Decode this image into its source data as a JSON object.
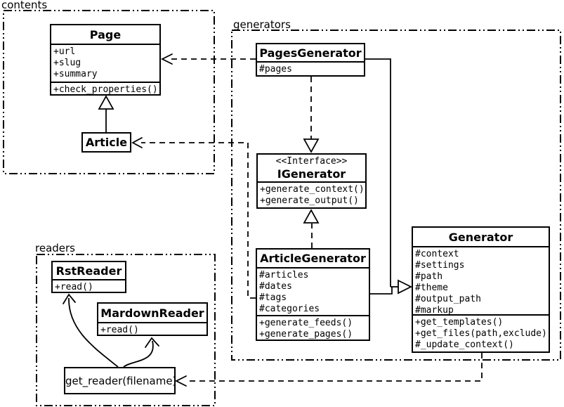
{
  "diagram": {
    "kind": "uml-class-diagram",
    "colors": {
      "line": "#000000",
      "background": "#ffffff",
      "box_fill": "#ffffff"
    }
  },
  "packages": {
    "contents": {
      "label": "contents"
    },
    "generators": {
      "label": "generators"
    },
    "readers": {
      "label": "readers"
    }
  },
  "classes": {
    "page": {
      "title": "Page",
      "attributes": [
        "+url",
        "+slug",
        "+summary"
      ],
      "methods": [
        "+check_properties()"
      ]
    },
    "article": {
      "title": "Article"
    },
    "pages_generator": {
      "title": "PagesGenerator",
      "attributes": [
        "#pages"
      ]
    },
    "igenerator": {
      "stereotype": "<<Interface>>",
      "title": "IGenerator",
      "methods": [
        "+generate_context()",
        "+generate_output()"
      ]
    },
    "article_generator": {
      "title": "ArticleGenerator",
      "attributes": [
        "#articles",
        "#dates",
        "#tags",
        "#categories"
      ],
      "methods": [
        "+generate_feeds()",
        "+generate_pages()"
      ]
    },
    "generator": {
      "title": "Generator",
      "attributes": [
        "#context",
        "#settings",
        "#path",
        "#theme",
        "#output_path",
        "#markup"
      ],
      "methods": [
        "+get_templates()",
        "+get_files(path,exclude)",
        "#_update_context()"
      ]
    },
    "rst_reader": {
      "title": "RstReader",
      "methods": [
        "+read()"
      ]
    },
    "mardown_reader": {
      "title": "MardownReader",
      "methods": [
        "+read()"
      ]
    },
    "get_reader": {
      "title": "get_reader(filename)"
    }
  },
  "relationships": [
    {
      "from": "Article",
      "to": "Page",
      "type": "inheritance",
      "line": "solid",
      "head": "hollow-triangle"
    },
    {
      "from": "PagesGenerator",
      "to": "Page",
      "type": "dependency",
      "line": "dashed",
      "head": "open-arrow"
    },
    {
      "from": "ArticleGenerator",
      "to": "Article",
      "type": "dependency",
      "line": "dashed",
      "head": "open-arrow"
    },
    {
      "from": "PagesGenerator",
      "to": "IGenerator",
      "type": "realization",
      "line": "dashed",
      "head": "hollow-triangle"
    },
    {
      "from": "ArticleGenerator",
      "to": "IGenerator",
      "type": "realization",
      "line": "dashed",
      "head": "hollow-triangle"
    },
    {
      "from": "PagesGenerator",
      "to": "Generator",
      "type": "inheritance",
      "line": "solid",
      "head": "hollow-triangle"
    },
    {
      "from": "ArticleGenerator",
      "to": "Generator",
      "type": "inheritance",
      "line": "solid",
      "head": "hollow-triangle"
    },
    {
      "from": "Generator",
      "to": "get_reader(filename)",
      "type": "dependency",
      "line": "dashed",
      "head": "open-arrow"
    },
    {
      "from": "get_reader(filename)",
      "to": "RstReader",
      "type": "call",
      "line": "solid-curve",
      "head": "open-arrow"
    },
    {
      "from": "get_reader(filename)",
      "to": "MardownReader",
      "type": "call",
      "line": "solid-curve",
      "head": "open-arrow"
    }
  ]
}
